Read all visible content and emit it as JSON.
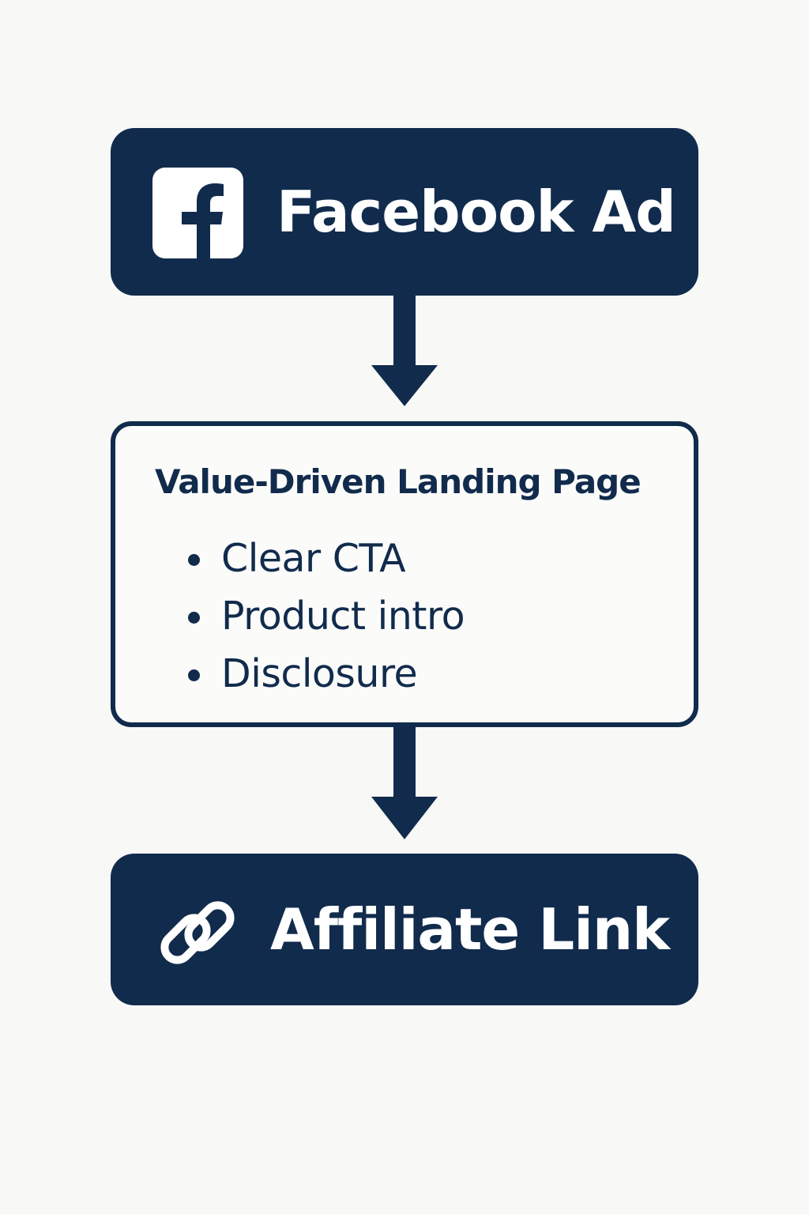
{
  "diagram": {
    "nodes": {
      "facebook_ad": {
        "label": "Facebook Ad",
        "icon": "facebook-icon"
      },
      "landing_page": {
        "title": "Value-Driven Landing Page",
        "items": [
          "Clear CTA",
          "Product intro",
          "Disclosure"
        ]
      },
      "affiliate_link": {
        "label": "Affiliate Link",
        "icon": "link-icon"
      }
    },
    "edges": [
      {
        "from": "facebook_ad",
        "to": "landing_page"
      },
      {
        "from": "landing_page",
        "to": "affiliate_link"
      }
    ]
  },
  "colors": {
    "primary": "#112b4c",
    "background": "#f8f8f6",
    "text_on_primary": "#ffffff"
  }
}
